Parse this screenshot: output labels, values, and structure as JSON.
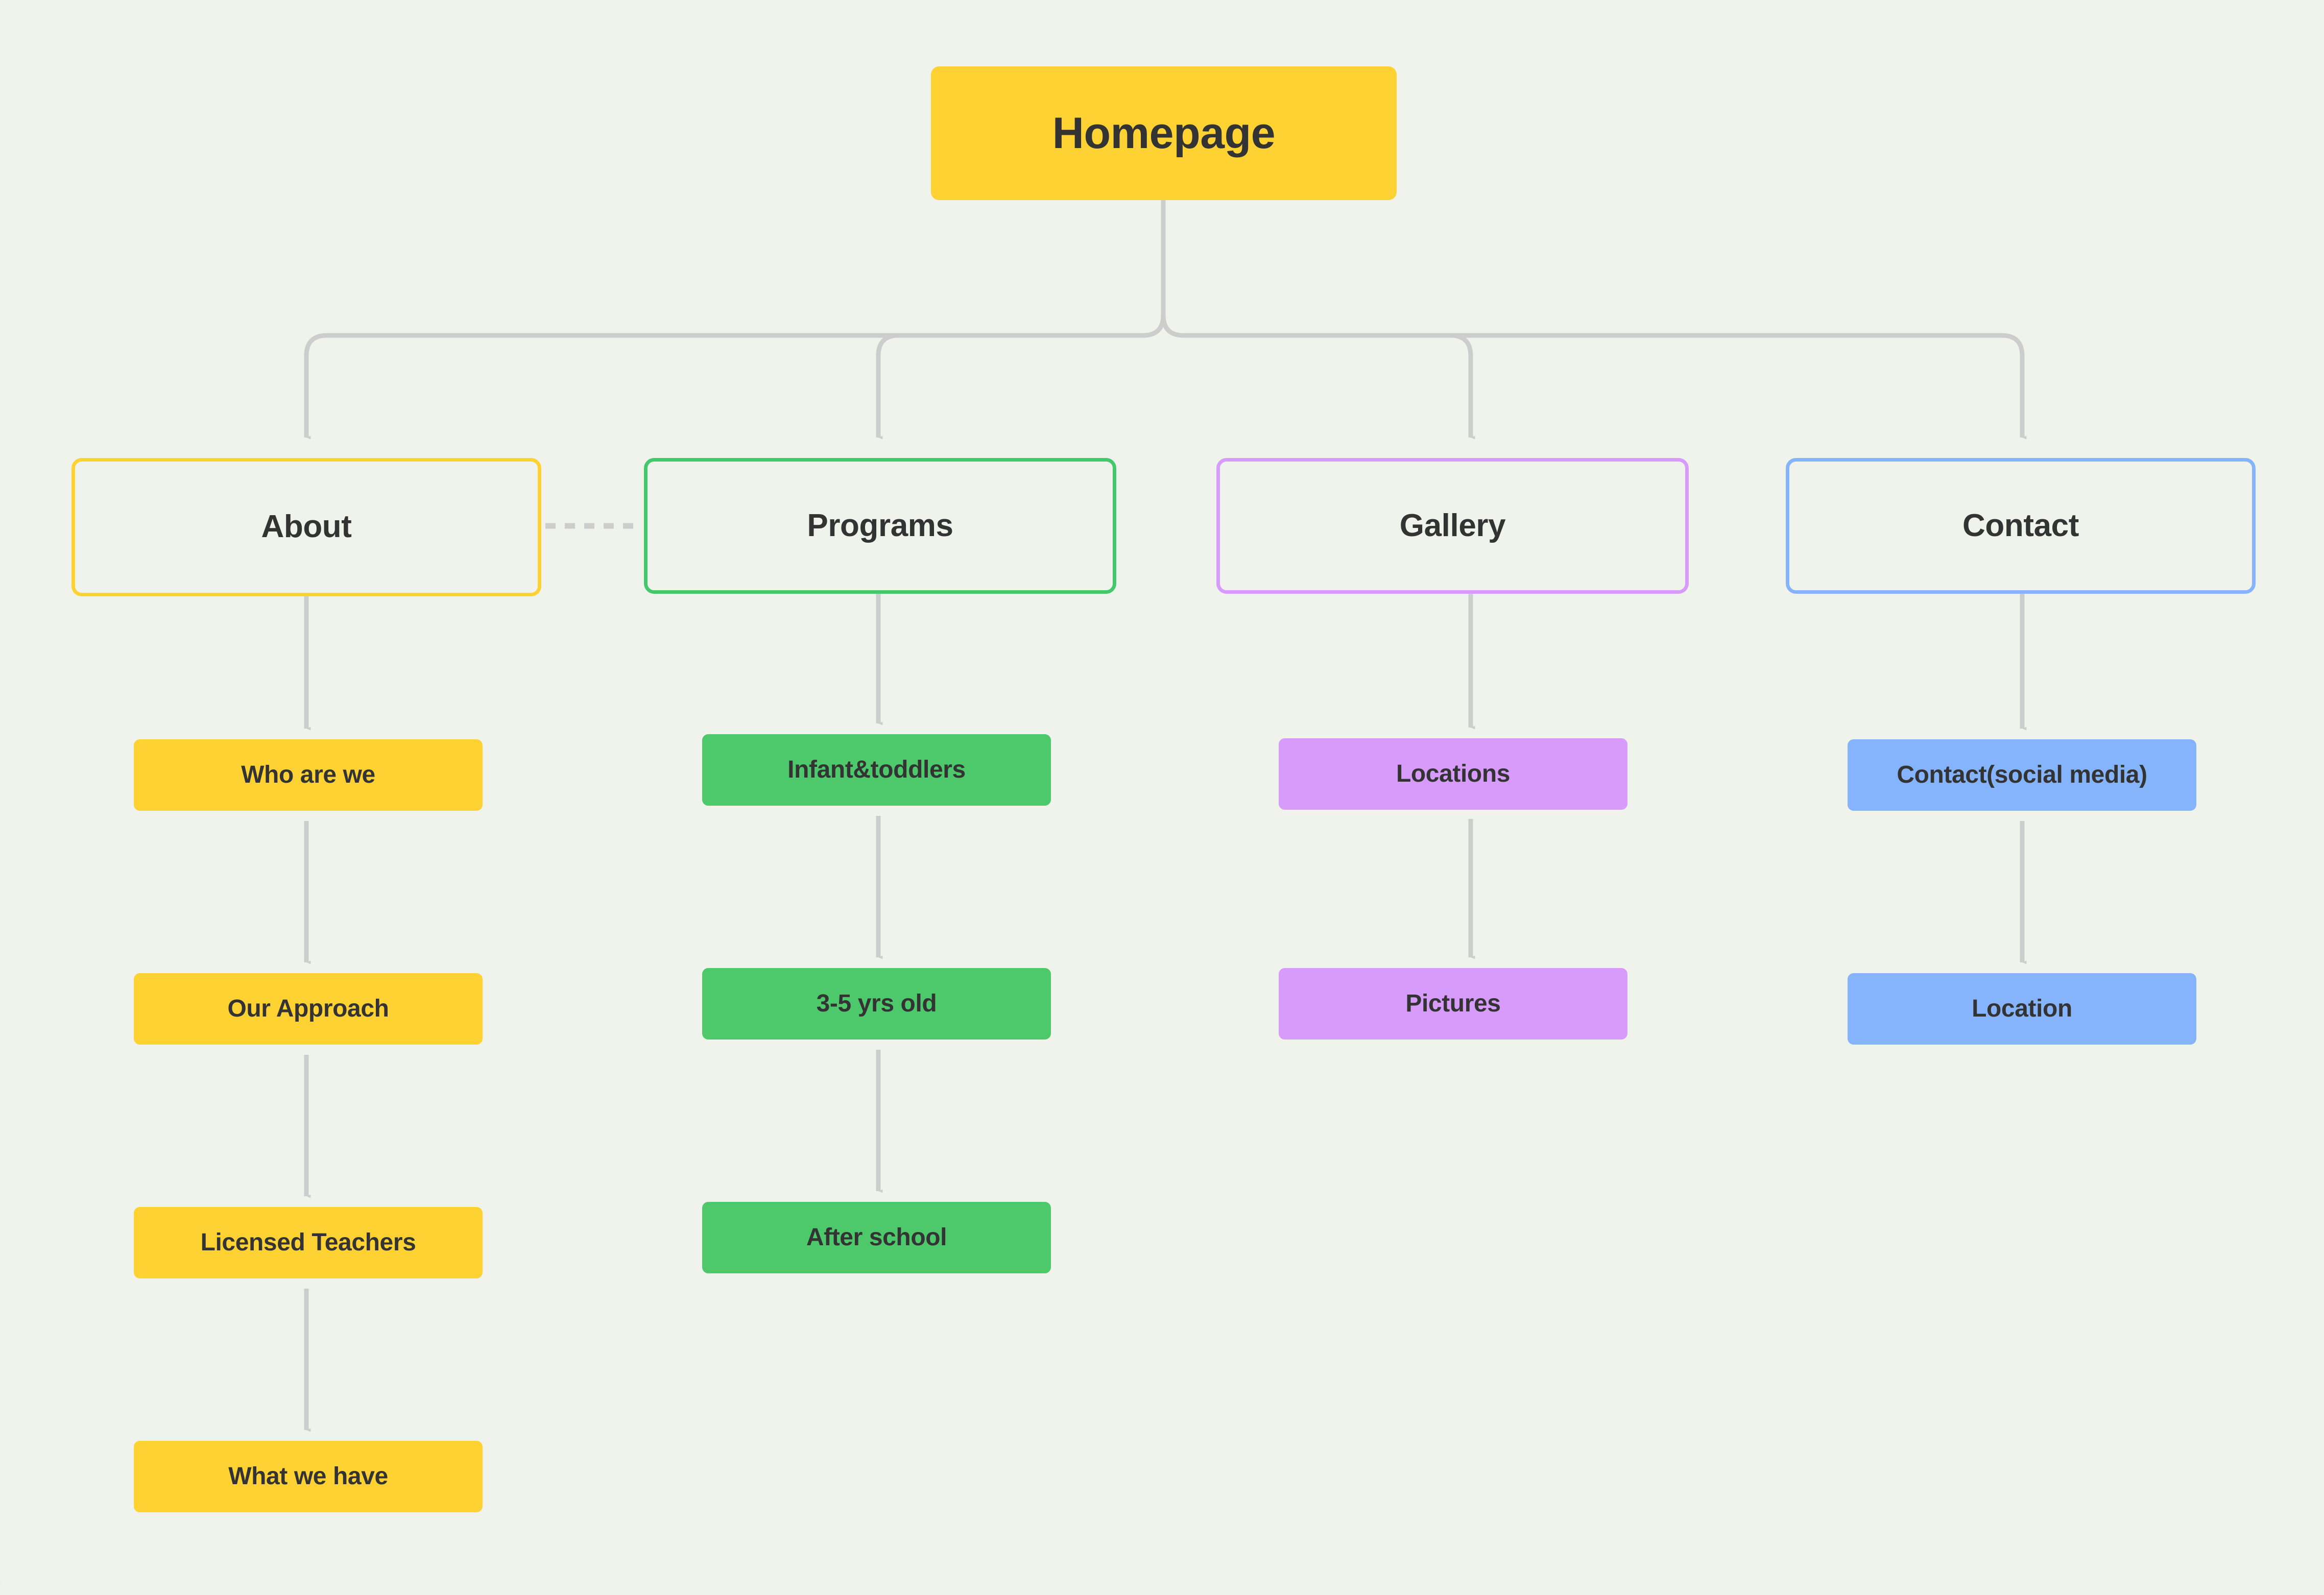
{
  "canvas": {
    "background": "#f0f3eb",
    "edge_color": "#cdcdcd",
    "text_color": "#333333"
  },
  "palette": {
    "yellow": "#FFD234",
    "green": "#4DC86B",
    "green_border": "#43C96B",
    "purple": "#D79BFC",
    "blue": "#85B4FD",
    "connector": "#cdcdcd"
  },
  "diagram": {
    "type": "sitemap-tree",
    "root": {
      "label": "Homepage",
      "color": "#FFD234"
    },
    "sections": [
      {
        "label": "About",
        "color": "#FFD234",
        "children": [
          {
            "label": "Who are we"
          },
          {
            "label": "Our Approach"
          },
          {
            "label": "Licensed Teachers"
          },
          {
            "label": "What we have"
          }
        ]
      },
      {
        "label": "Programs",
        "color": "#43C96B",
        "children": [
          {
            "label": "Infant&toddlers"
          },
          {
            "label": "3-5 yrs old"
          },
          {
            "label": "After school"
          }
        ]
      },
      {
        "label": "Gallery",
        "color": "#D79BFC",
        "children": [
          {
            "label": "Locations"
          },
          {
            "label": "Pictures"
          }
        ]
      },
      {
        "label": "Contact",
        "color": "#85B4FD",
        "children": [
          {
            "label": "Contact(social media)"
          },
          {
            "label": "Location"
          }
        ]
      }
    ],
    "cross_link": {
      "from": "About",
      "to": "Programs",
      "style": "dotted"
    }
  }
}
